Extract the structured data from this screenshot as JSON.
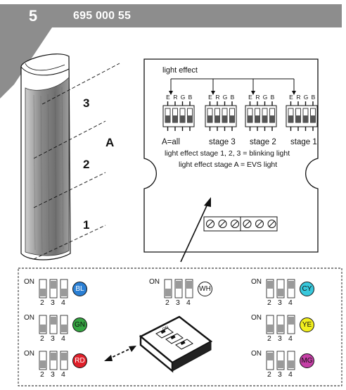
{
  "header": {
    "step_number": "5",
    "part_number": "695 000 55"
  },
  "detail": {
    "light_effect_label": "light effect",
    "switch_letters": [
      "E",
      "R",
      "G",
      "B"
    ],
    "stage_labels": [
      "A=all",
      "stage 3",
      "stage 2",
      "stage 1"
    ],
    "note_line1": "light effect stage 1, 2, 3 = blinking light",
    "note_line2": "light effect stage A = EVS light",
    "terminal_count": 6
  },
  "lamp_zones": {
    "labels": [
      "3",
      "2",
      "1"
    ],
    "group_label": "A"
  },
  "color_settings": {
    "on_label": "ON",
    "switch_numbers": [
      "2",
      "3",
      "4"
    ],
    "items": [
      {
        "code": "BL",
        "color": "#2a7fd4",
        "text_color": "#ffffff"
      },
      {
        "code": "GN",
        "color": "#35a542",
        "text_color": "#111111"
      },
      {
        "code": "RD",
        "color": "#e0202a",
        "text_color": "#ffffff"
      },
      {
        "code": "WH",
        "color": "#ffffff",
        "text_color": "#111111"
      },
      {
        "code": "CY",
        "color": "#38c8dc",
        "text_color": "#111111"
      },
      {
        "code": "YE",
        "color": "#f2ef1e",
        "text_color": "#111111"
      },
      {
        "code": "MG",
        "color": "#c53fa6",
        "text_color": "#111111"
      }
    ]
  }
}
